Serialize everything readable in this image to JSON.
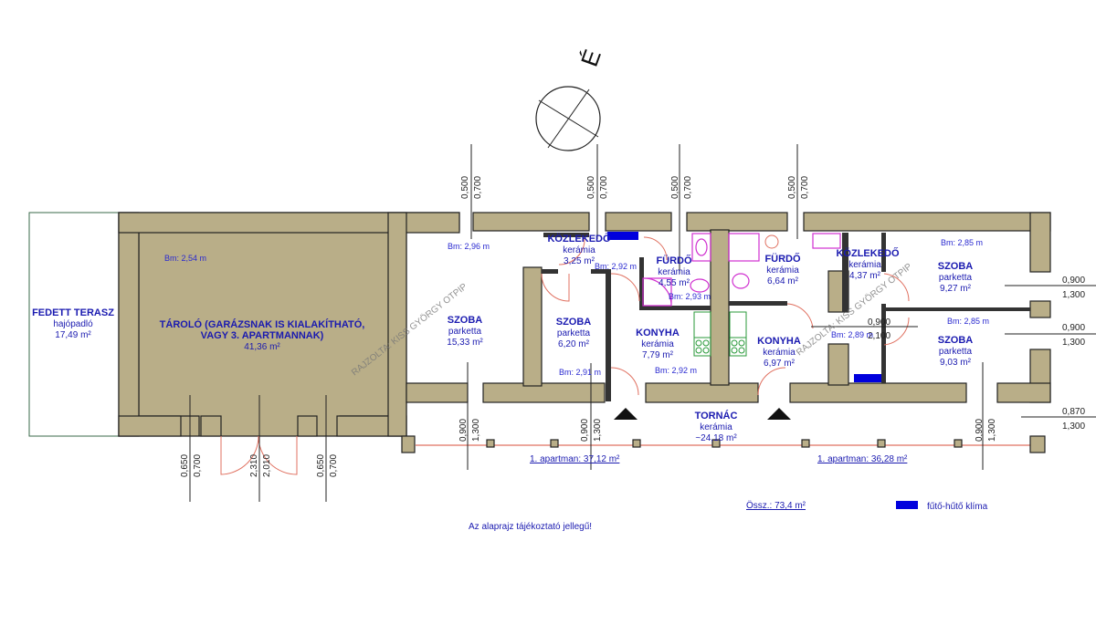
{
  "compass": {
    "north_label": "É"
  },
  "rooms": {
    "terasz": {
      "name": "FEDETT TERASZ",
      "floor": "hajópadló",
      "area": "17,49 m²"
    },
    "tarolo": {
      "name1": "TÁROLÓ (GARÁZSNAK IS KIALAKÍTHATÓ,",
      "name2": "VAGY 3. APARTMANNAK)",
      "area": "41,36 m²",
      "bm": "Bm: 2,54 m"
    },
    "szoba1": {
      "name": "SZOBA",
      "floor": "parketta",
      "area": "15,33 m²",
      "bm": "Bm: 2,96 m"
    },
    "kozl1": {
      "name": "KÖZLEKEDŐ",
      "floor": "kerámia",
      "area": "3,25 m²",
      "bm": "Bm: 2,92 m"
    },
    "szoba2": {
      "name": "SZOBA",
      "floor": "parketta",
      "area": "6,20 m²",
      "bm": "Bm: 2,91 m"
    },
    "furdo1": {
      "name": "FÜRDŐ",
      "floor": "kerámia",
      "area": "4,55 m²",
      "bm": "Bm: 2,93 m"
    },
    "konyha1": {
      "name": "KONYHA",
      "floor": "kerámia",
      "area": "7,79 m²",
      "bm": "Bm: 2,92 m"
    },
    "furdo2": {
      "name": "FÜRDŐ",
      "floor": "kerámia",
      "area": "6,64 m²"
    },
    "konyha2": {
      "name": "KONYHA",
      "floor": "kerámia",
      "area": "6,97 m²",
      "bm": "Bm: 2,89 m"
    },
    "kozl2": {
      "name": "KÖZLEKEDŐ",
      "floor": "kerámia",
      "area": "4,37 m²"
    },
    "szoba3": {
      "name": "SZOBA",
      "floor": "parketta",
      "area": "9,27 m²",
      "bm": "Bm: 2,85 m"
    },
    "szoba4": {
      "name": "SZOBA",
      "floor": "parketta",
      "area": "9,03 m²",
      "bm": "Bm: 2,85 m"
    },
    "tornac": {
      "name": "TORNÁC",
      "floor": "kerámia",
      "area": "~24,18 m²"
    }
  },
  "dimensions": {
    "top_window": [
      "0,500",
      "0,700"
    ],
    "porch_window": [
      "0,900",
      "1,300"
    ],
    "storage_window": [
      "0,650",
      "0,700"
    ],
    "storage_door": [
      "2,310",
      "2,010"
    ],
    "inner_door": [
      "0,900",
      "2,100"
    ],
    "right_window": [
      "0,900",
      "1,300"
    ],
    "right_door": [
      "0,870",
      "1,300"
    ]
  },
  "summary": {
    "apartment1": "1. apartman: 37,12 m²",
    "apartment2": "1. apartman: 36,28 m²",
    "total": "Össz.: 73,4 m²",
    "legend_climate": "fűtő-hűtő klíma",
    "note": "Az alaprajz tájékoztató jellegű!"
  },
  "watermark": "RAJZOLTA: KISS GYÖRGY OTPIP",
  "colors": {
    "wall": "#b9ae88",
    "climate": "#0000dd",
    "text": "#1a1ab0"
  }
}
